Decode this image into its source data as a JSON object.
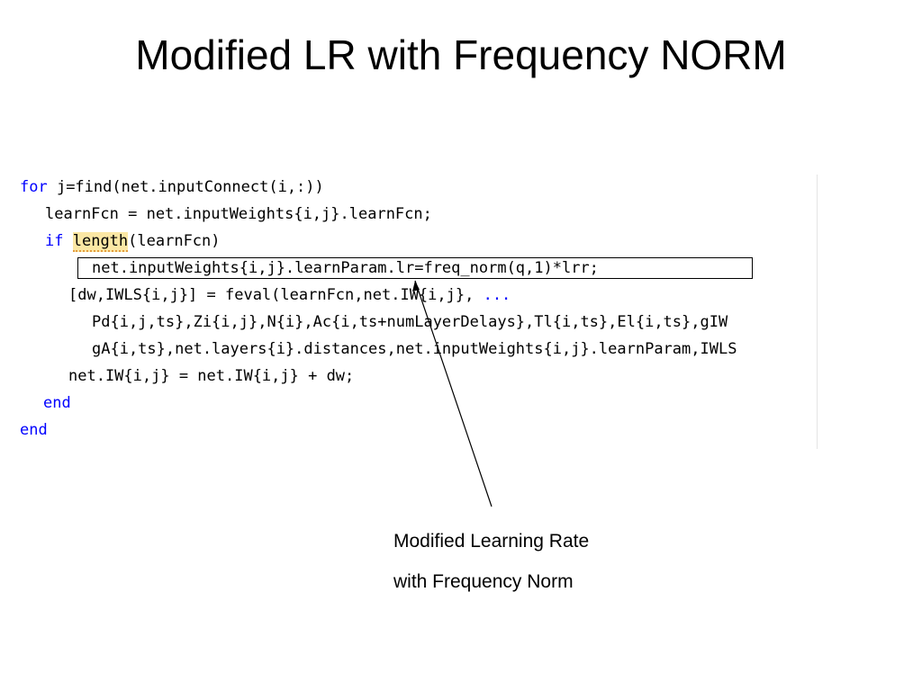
{
  "slide": {
    "title": "Modified LR with Frequency NORM"
  },
  "code": {
    "lines": [
      {
        "kw": "for",
        "text": " j=find(net.inputConnect(i,:))"
      },
      {
        "text": "learnFcn = net.inputWeights{i,j}.learnFcn;"
      },
      {
        "kw": "if",
        "hl": "length",
        "text": "(learnFcn)"
      },
      {
        "text": "net.inputWeights{i,j}.learnParam.lr=freq_norm(q,1)*lrr;"
      },
      {
        "text": "[dw,IWLS{i,j}] = feval(learnFcn,net.IW{i,j}, ",
        "kw2": "..."
      },
      {
        "text": "Pd{i,j,ts},Zi{i,j},N{i},Ac{i,ts+numLayerDelays},Tl{i,ts},El{i,ts},gIW"
      },
      {
        "text": "gA{i,ts},net.layers{i}.distances,net.inputWeights{i,j}.learnParam,IWLS"
      },
      {
        "text": "net.IW{i,j} = net.IW{i,j} + dw;"
      },
      {
        "kw": "end"
      },
      {
        "kw": "end"
      }
    ]
  },
  "annotation": {
    "line1": "Modified Learning Rate",
    "line2": "with Frequency Norm"
  }
}
